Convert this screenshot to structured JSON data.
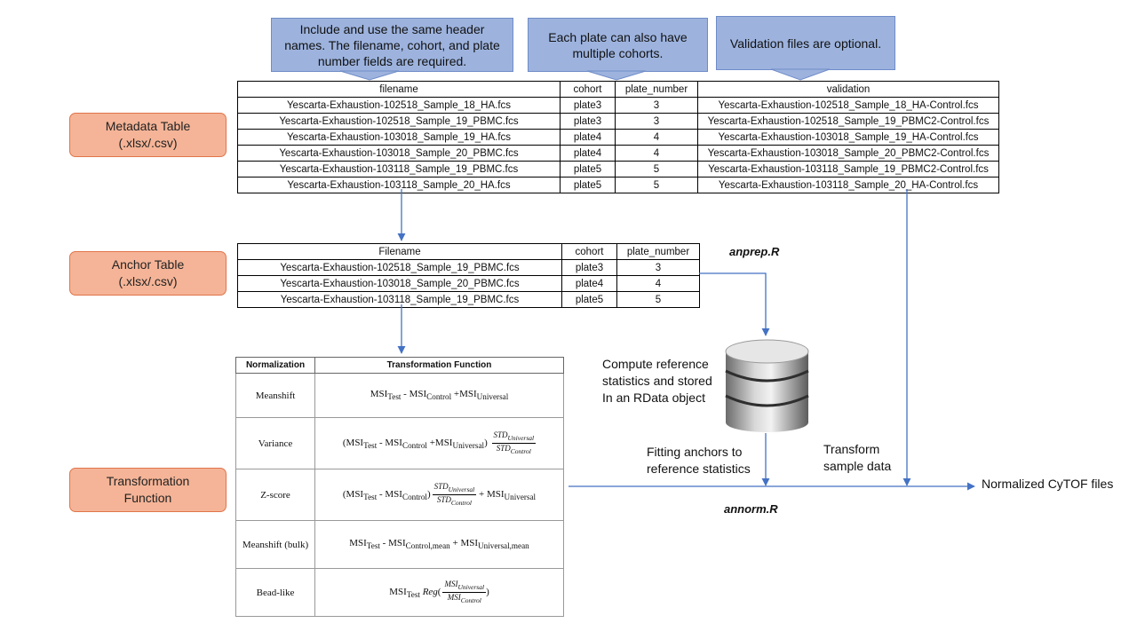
{
  "callouts": {
    "headers": [
      "Include and use the same header",
      "names. The filename, cohort,  and plate",
      "number  fields are required."
    ],
    "cohorts": [
      "Each plate can also have",
      "multiple cohorts."
    ],
    "validation": "Validation files are optional."
  },
  "labels": {
    "metadata": [
      "Metadata Table",
      "(.xlsx/.csv)"
    ],
    "anchor": [
      "Anchor Table",
      "(.xlsx/.csv)"
    ],
    "transformation": [
      "Transformation",
      "Function"
    ]
  },
  "metadata_table": {
    "headers": [
      "filename",
      "cohort",
      "plate_number",
      "validation"
    ],
    "rows": [
      [
        "Yescarta-Exhaustion-102518_Sample_18_HA.fcs",
        "plate3",
        "3",
        "Yescarta-Exhaustion-102518_Sample_18_HA-Control.fcs"
      ],
      [
        "Yescarta-Exhaustion-102518_Sample_19_PBMC.fcs",
        "plate3",
        "3",
        "Yescarta-Exhaustion-102518_Sample_19_PBMC2-Control.fcs"
      ],
      [
        "Yescarta-Exhaustion-103018_Sample_19_HA.fcs",
        "plate4",
        "4",
        "Yescarta-Exhaustion-103018_Sample_19_HA-Control.fcs"
      ],
      [
        "Yescarta-Exhaustion-103018_Sample_20_PBMC.fcs",
        "plate4",
        "4",
        "Yescarta-Exhaustion-103018_Sample_20_PBMC2-Control.fcs"
      ],
      [
        "Yescarta-Exhaustion-103118_Sample_19_PBMC.fcs",
        "plate5",
        "5",
        "Yescarta-Exhaustion-103118_Sample_19_PBMC2-Control.fcs"
      ],
      [
        "Yescarta-Exhaustion-103118_Sample_20_HA.fcs",
        "plate5",
        "5",
        "Yescarta-Exhaustion-103118_Sample_20_HA-Control.fcs"
      ]
    ]
  },
  "anchor_table": {
    "headers": [
      "Filename",
      "cohort",
      "plate_number"
    ],
    "rows": [
      [
        "Yescarta-Exhaustion-102518_Sample_19_PBMC.fcs",
        "plate3",
        "3"
      ],
      [
        "Yescarta-Exhaustion-103018_Sample_20_PBMC.fcs",
        "plate4",
        "4"
      ],
      [
        "Yescarta-Exhaustion-103118_Sample_19_PBMC.fcs",
        "plate5",
        "5"
      ]
    ]
  },
  "normalization_table": {
    "headers": [
      "Normalization",
      "Transformation Function"
    ],
    "methods": [
      "Meanshift",
      "Variance",
      "Z-score",
      "Meanshift (bulk)",
      "Bead-like"
    ]
  },
  "scripts": {
    "anprep": "anprep.R",
    "annorm": "annorm.R"
  },
  "annotations": {
    "compute": [
      "Compute reference",
      "statistics and stored",
      "In an RData object"
    ],
    "fitting": [
      "Fitting anchors to",
      "reference statistics"
    ],
    "transform": [
      "Transform",
      "sample data"
    ],
    "output": "Normalized CyTOF files"
  },
  "colors": {
    "callout": "#9db3de",
    "pill": "#f5b497",
    "arrow": "#4472c4"
  }
}
